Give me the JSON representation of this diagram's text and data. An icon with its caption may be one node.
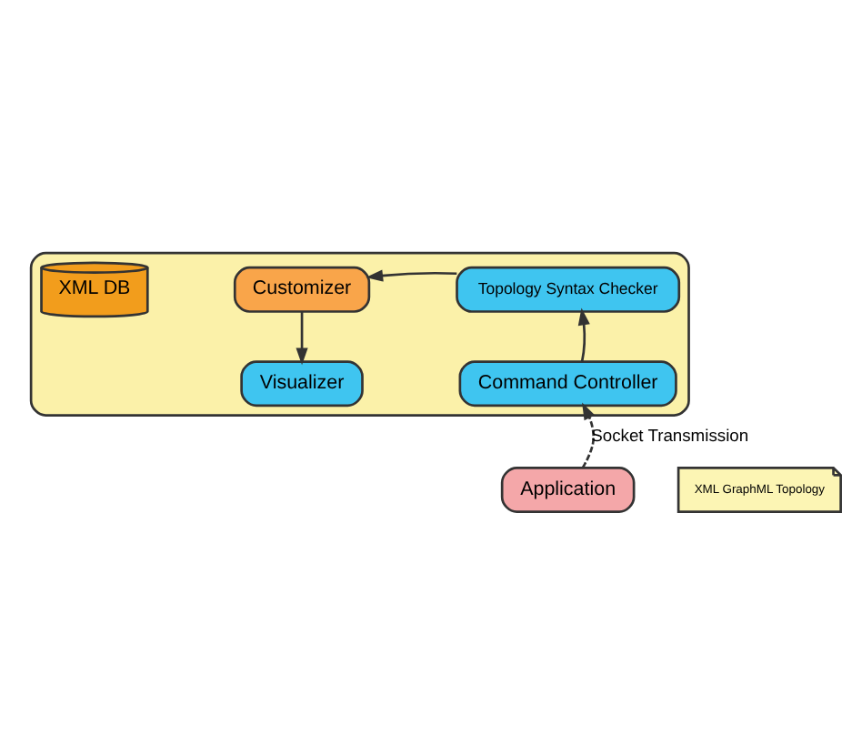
{
  "diagram": {
    "nodes": [
      {
        "text": [],
        "shape": "box"
      },
      {
        "text": [
          "Customizer"
        ],
        "in": 0
      },
      {
        "text": [
          "XML DB"
        ],
        "in": 0
      },
      {
        "text": [
          "Topology Syntax Checker"
        ],
        "in": 0
      },
      {
        "text": [
          "Visualizer"
        ],
        "in": 0
      },
      {
        "text": [
          "Command Controller"
        ],
        "in": 0
      },
      {
        "text": [
          "Application"
        ]
      },
      {
        "text": [
          "XML GraphML Topology"
        ]
      }
    ],
    "edges": [
      {
        "from": 3,
        "to": 1,
        "arrow": "to"
      },
      {
        "from": 1,
        "to": 4,
        "arrow": "to"
      },
      {
        "from": 5,
        "to": 3,
        "arrow": "to"
      },
      {
        "from": 6,
        "to": 5,
        "arrow": "to",
        "style": "dashed",
        "label": "Socket Transmission"
      }
    ]
  }
}
